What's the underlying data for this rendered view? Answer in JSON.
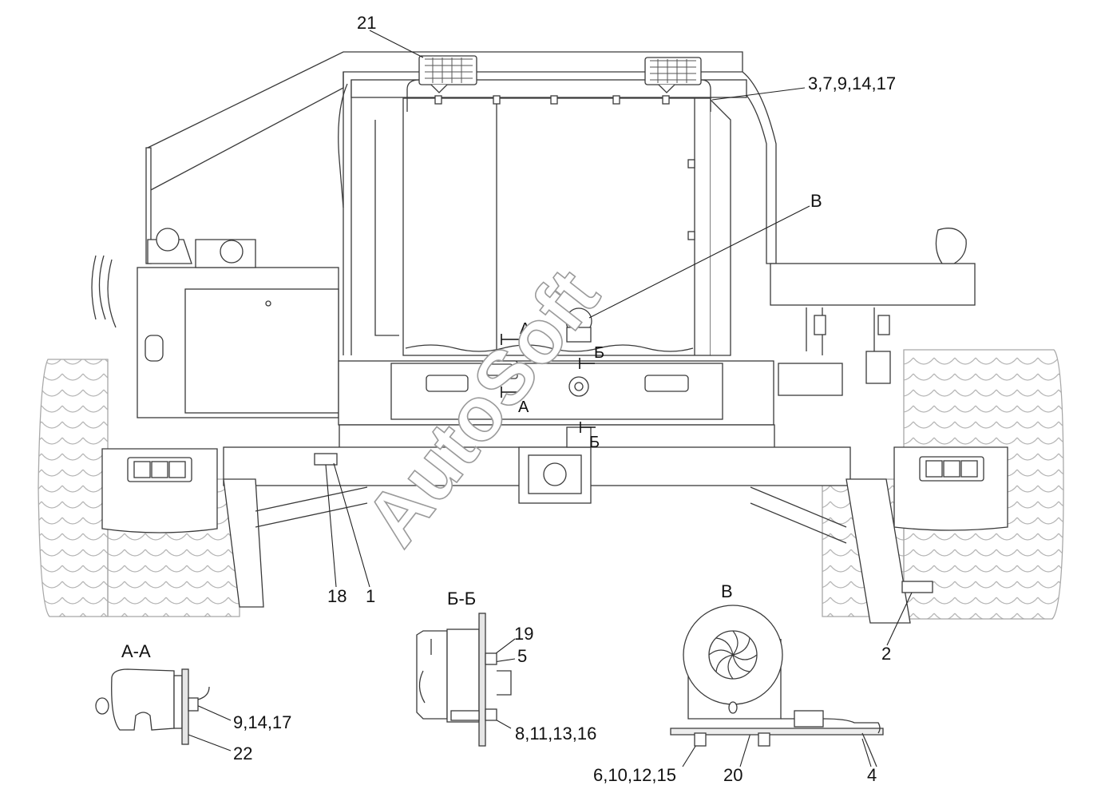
{
  "watermark": "AutoSoft",
  "callouts": {
    "c21": "21",
    "c3": "3,7,9,14,17",
    "cB": "В",
    "c18": "18",
    "c1": "1",
    "c2": "2",
    "c19": "19",
    "c5": "5",
    "c8": "8,11,13,16",
    "c9b": "9,14,17",
    "c22": "22",
    "c6": "6,10,12,15",
    "c20": "20",
    "c4": "4"
  },
  "section_marks": {
    "a_top": "А",
    "a_bottom": "А",
    "b_top": "Б",
    "b_bottom": "Б"
  },
  "detail_titles": {
    "aa": "А-А",
    "bb": "Б-Б",
    "v": "В"
  }
}
